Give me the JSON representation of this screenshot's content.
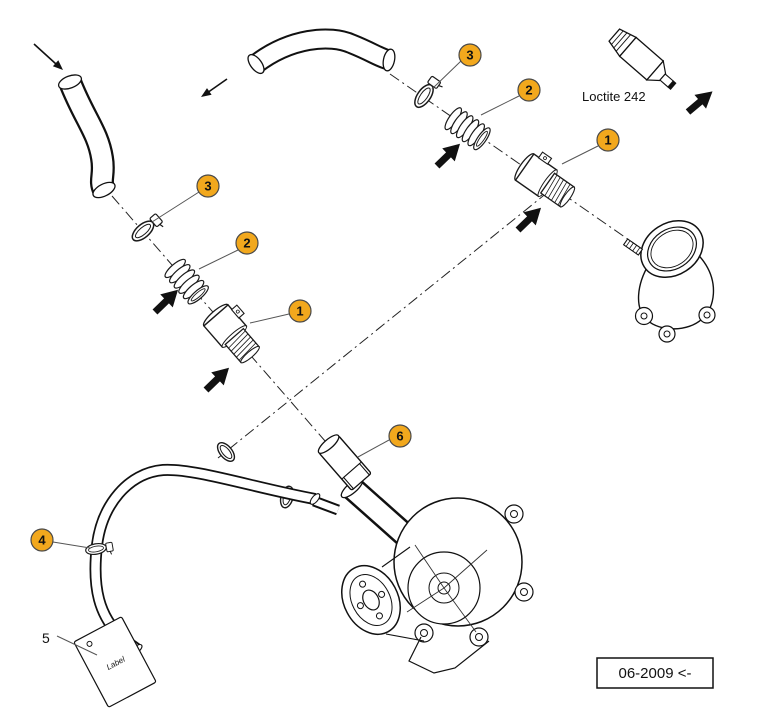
{
  "colors": {
    "background": "#ffffff",
    "callout_fill": "#F2A81D",
    "callout_border": "#4a4a4a",
    "diagram_line": "#1a1a1a"
  },
  "callouts": {
    "hose_clamp_right": "3",
    "barb_fitting_right": "2",
    "adapter_fitting_right": "1",
    "hose_clamp_left": "3",
    "barb_fitting_left": "2",
    "adapter_fitting_left": "1",
    "lower_hose_clamp": "4",
    "warning_label": "5",
    "pump_adapter": "6"
  },
  "labels": {
    "loctite": "Loctite 242",
    "revision": "06-2009 <-",
    "tag_text": "Label"
  }
}
